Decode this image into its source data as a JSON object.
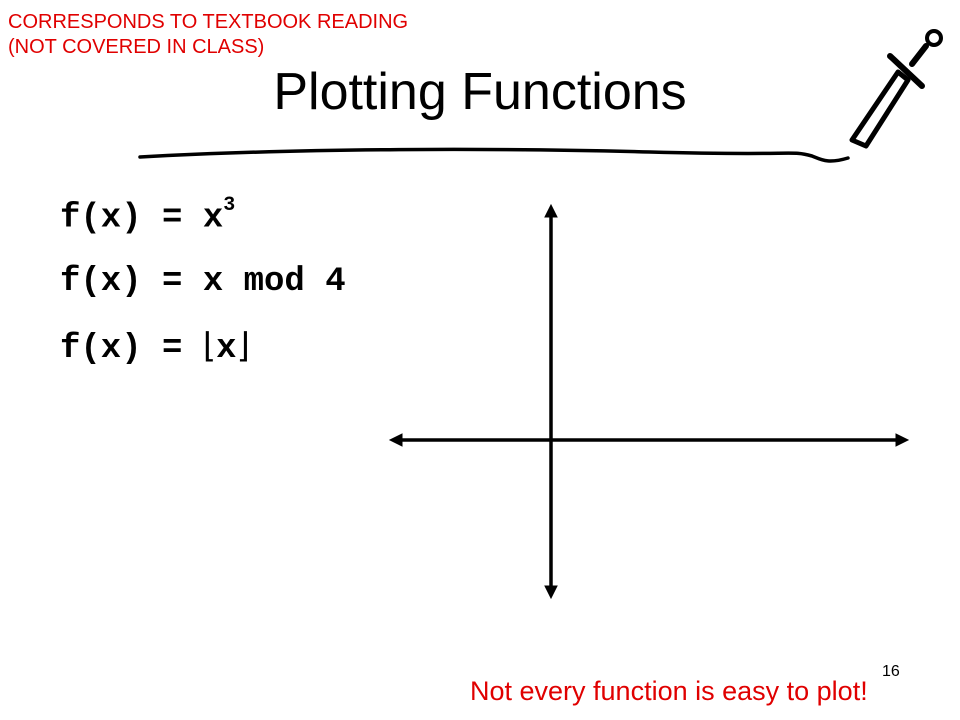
{
  "notice": {
    "line1": "CORRESPONDS TO TEXTBOOK READING",
    "line2": "(NOT COVERED IN CLASS)",
    "color": "#e00000"
  },
  "title": "Plotting Functions",
  "formulas": {
    "cube": {
      "lhs": "f(x) = x",
      "exponent": "3"
    },
    "mod": "f(x) = x mod 4",
    "floor": {
      "lhs": "f(x) = ",
      "open": "⌊",
      "var": "x",
      "close": "⌋"
    }
  },
  "caption": {
    "text": "Not every function is easy to plot!",
    "color": "#e00000"
  },
  "page_number": "16",
  "icons": {
    "decoration": "sword-icon"
  }
}
